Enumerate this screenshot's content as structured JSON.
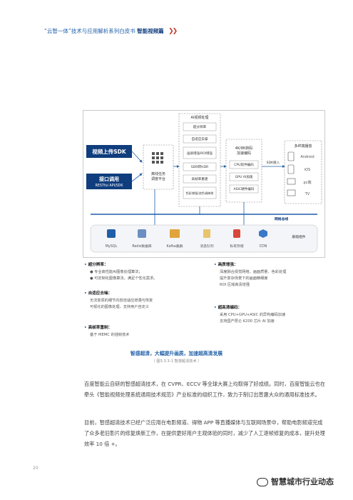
{
  "header": {
    "title": "“云智一体”技术与应用解析系列白皮书",
    "section": "智能视频篇"
  },
  "diagram": {
    "left_top": "视频上传SDK",
    "left_bottom_1": "接口调用",
    "left_bottom_2": "RESTful API/SDK",
    "center_label_1": "离线任务",
    "center_label_2": "调度平台",
    "ai_title": "AI视频处理",
    "ai_items": [
      "超分辨率",
      "自适应去噪",
      "画质增强/ROI增强",
      "SDR转HDR",
      "高帧率重建",
      "色彩增强/逆色调映射"
    ],
    "encode_title_1": "4K/8K转码",
    "encode_title_2": "加速编码",
    "encode_items": [
      "CPU软件编码",
      "GPU AI加速",
      "ASIC硬件编码"
    ],
    "sdk_label": "SDK接入",
    "client_title": "多终端播放",
    "clients": [
      "Android",
      "iOS",
      "pc端",
      "TV"
    ],
    "bus_label": "网络总线",
    "infra_label": "基础组件",
    "infra_items": [
      "MySQL",
      "Redis数据库",
      "Kafka集群",
      "消息队列",
      "私有存储",
      "CDN"
    ]
  },
  "bullets": {
    "b1_title": "超分辨率：",
    "b1_lines": [
      "● 专业高性能AI图像处理算法；",
      "● 可定制化图像算法，满足个性化需求。"
    ],
    "b2_title": "自适应去噪：",
    "b2_lines": [
      "无法复原的细节内容自适应增强与恢复",
      "可视化的图像处理，支持用户自定义"
    ],
    "b3_title": "高帧率重制：",
    "b3_lines": [
      "基于 MEMC 的插帧技术"
    ],
    "b4_title": "画质增强：",
    "b4_lines": [
      "深度融合视觉网络，画面质量、色彩处理",
      "提升复杂场景下的画面精细度",
      "ROI 区域高清增强"
    ],
    "b5_title": "超高清编码：",
    "b5_lines": [
      "采用 CPU+GPU+ASIC 的异构编码加速",
      "支持国产昆仑 K200 芯片 AI 加速"
    ]
  },
  "caption": {
    "title": "智感超清，大幅提升画质，加速超高清发展",
    "sub": "（ 图3.3.3-1 智感超清技术 ）"
  },
  "paragraphs": [
    "百度智能云自研的智感超清技术，在 CVPR、ECCV 等全球大赛上均取得了好成绩。同时，百度智能云也在牵头《智能视频处理系统通用技术规范》产业标准的组织工作，致力于制订出普惠大众的通用标准技术。",
    "目前，智感超清技术已经广泛应用在电影频道、得物 APP 等直播媒体与互联网场景中，帮助电影频道完成了众多老旧影片的修复焕新工作，在提供更好用户主观体验的同时，减少了人工逐帧修复的成本，提升处理效率 10 倍 +。"
  ],
  "page_number": "20",
  "watermark": "智慧城市行业动态",
  "colors": {
    "navy": "#0f3d7d",
    "blue": "#1f5fa8",
    "accent": "#c0392b"
  }
}
